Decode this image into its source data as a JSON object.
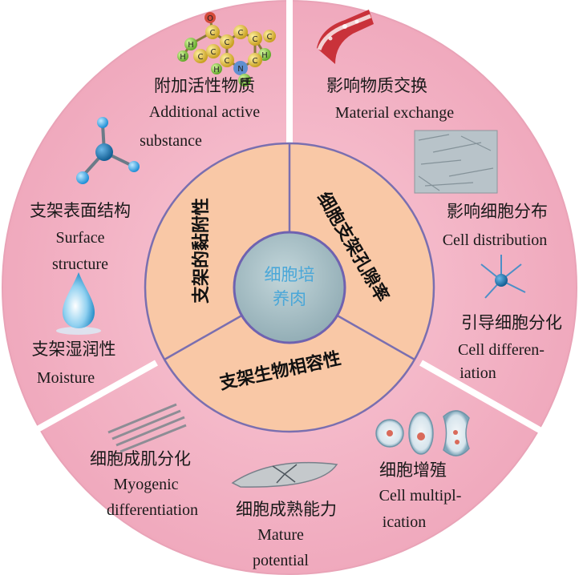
{
  "center": {
    "line1": "细胞培",
    "line2": "养肉"
  },
  "inner_sectors": {
    "left": "支架的黏附性",
    "right": "细胞支架孔隙率",
    "bottom": "支架生物相容性"
  },
  "outer_labels": {
    "additional_active": {
      "cn": "附加活性物质",
      "en1": "Additional active",
      "en2": "substance"
    },
    "material_exchange": {
      "cn": "影响物质交换",
      "en1": "Material exchange"
    },
    "cell_distribution": {
      "cn": "影响细胞分布",
      "en1": "Cell distribution"
    },
    "cell_differentiation": {
      "cn": "引导细胞分化",
      "en1": "Cell differen-",
      "en2": "iation"
    },
    "surface_structure": {
      "cn": "支架表面结构",
      "en1": "Surface",
      "en2": "structure"
    },
    "moisture": {
      "cn": "支架湿润性",
      "en1": "Moisture"
    },
    "myogenic": {
      "cn": "细胞成肌分化",
      "en1": "Myogenic",
      "en2": "differentiation"
    },
    "mature": {
      "cn": "细胞成熟能力",
      "en1": "Mature",
      "en2": "potential"
    },
    "multiplication": {
      "cn": "细胞增殖",
      "en1": "Cell multipl-",
      "en2": "ication"
    }
  },
  "atom_labels": {
    "a1": "C",
    "a2": "O",
    "a3": "H",
    "a4": "C",
    "a5": "C",
    "a6": "H",
    "a7": "C",
    "a8": "C",
    "a9": "N",
    "a10": "C",
    "a11": "C",
    "a12": "C",
    "a13": "H",
    "a14": "H",
    "a15": "C",
    "a16": "H"
  },
  "colors": {
    "outer_ring": "#f4b7c8",
    "inner_ring": "#f9c8a6",
    "core_fill": "#a9c1c7",
    "core_border": "#7d6fb4",
    "divider": "#ffffff"
  }
}
